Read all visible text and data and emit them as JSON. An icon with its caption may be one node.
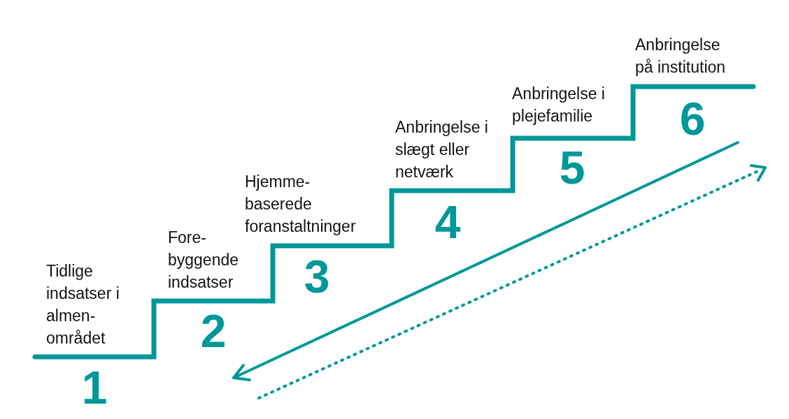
{
  "diagram": {
    "nodes": [
      {
        "text": [
          "Tidlige indsatser i almen- området",
          "1"
        ]
      },
      {
        "text": [
          "Fore- byggende indsatser",
          "2"
        ]
      },
      {
        "text": [
          "Hjemme- baserede foranstaltninger",
          "3"
        ]
      },
      {
        "text": [
          "Anbringelse i slægt eller netværk",
          "4"
        ]
      },
      {
        "text": [
          "Anbringelse i plejefamilie",
          "5"
        ]
      },
      {
        "text": [
          "Anbringelse på institution",
          "6"
        ]
      }
    ]
  }
}
